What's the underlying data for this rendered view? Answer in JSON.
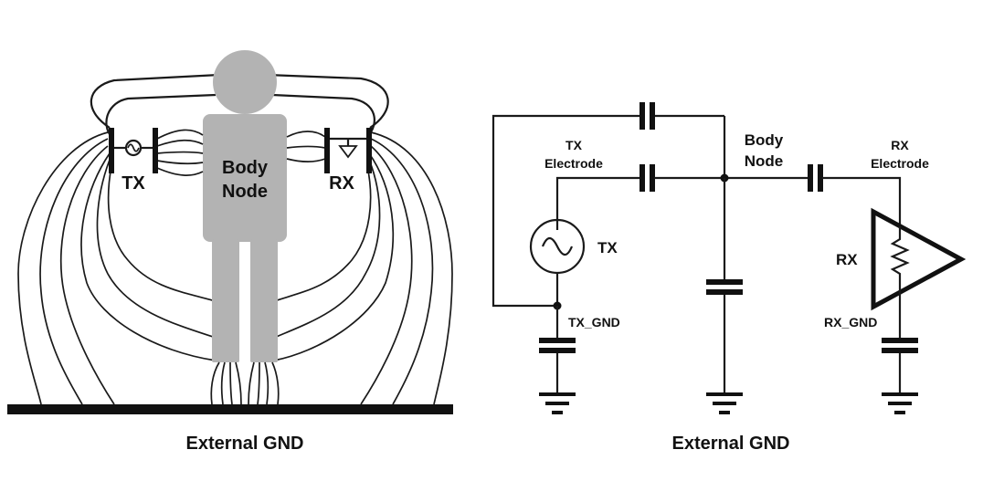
{
  "left_panel": {
    "body_label_line1": "Body",
    "body_label_line2": "Node",
    "tx_label": "TX",
    "rx_label": "RX",
    "ground_label": "External GND"
  },
  "right_panel": {
    "body_label_line1": "Body",
    "body_label_line2": "Node",
    "tx_electrode_line1": "TX",
    "tx_electrode_line2": "Electrode",
    "rx_electrode_line1": "RX",
    "rx_electrode_line2": "Electrode",
    "tx_source_label": "TX",
    "rx_label": "RX",
    "tx_gnd_label": "TX_GND",
    "rx_gnd_label": "RX_GND",
    "ground_label": "External GND"
  },
  "colors": {
    "body_silhouette": "#b3b3b3",
    "line": "#1a1a1a",
    "background": "#ffffff"
  }
}
